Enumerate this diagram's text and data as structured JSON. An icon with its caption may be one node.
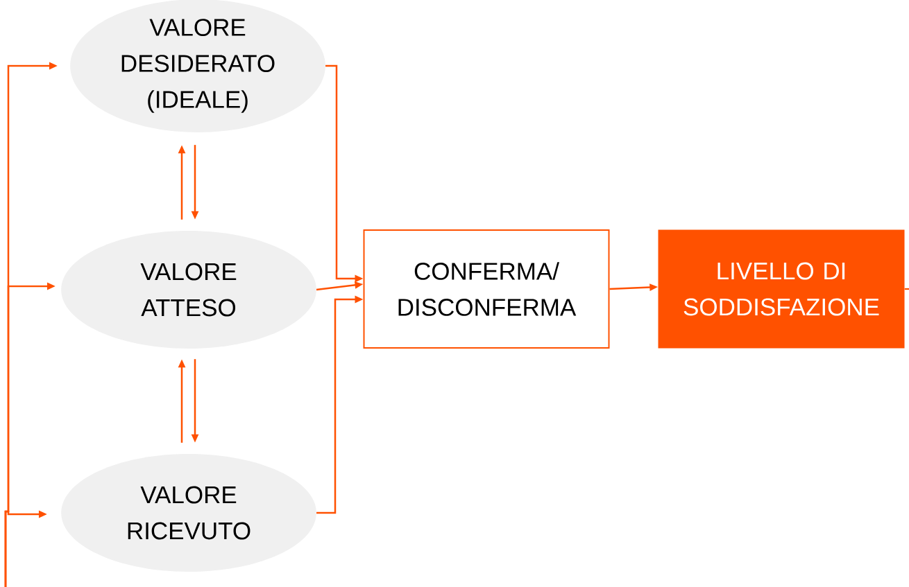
{
  "diagram": {
    "nodes": [
      {
        "text": [
          "VALORE DESIDERATO (IDEALE)"
        ]
      },
      {
        "text": [
          "VALORE ATTESO"
        ]
      },
      {
        "text": [
          "VALORE RICEVUTO"
        ]
      },
      {
        "text": [
          "CONFERMA/ DISCONFERMA"
        ]
      },
      {
        "text": [
          "LIVELLO DI SODDISFAZIONE"
        ]
      }
    ],
    "edges": [
      {
        "from": 1,
        "to": 0,
        "arrow": "to"
      },
      {
        "from": 0,
        "to": 1,
        "arrow": "to"
      },
      {
        "from": 2,
        "to": 1,
        "arrow": "to"
      },
      {
        "from": 1,
        "to": 2,
        "arrow": "to"
      },
      {
        "from": 0,
        "to": 3,
        "arrow": "to"
      },
      {
        "from": 1,
        "to": 3,
        "arrow": "to"
      },
      {
        "from": 2,
        "to": 3,
        "arrow": "to"
      },
      {
        "from": 3,
        "to": 4,
        "arrow": "to"
      },
      {
        "from": null,
        "to": 0,
        "arrow": "to"
      },
      {
        "from": null,
        "to": 1,
        "arrow": "to"
      },
      {
        "from": null,
        "to": 2,
        "arrow": "to"
      },
      {
        "from": 4,
        "to": null,
        "arrow": "none"
      }
    ]
  }
}
